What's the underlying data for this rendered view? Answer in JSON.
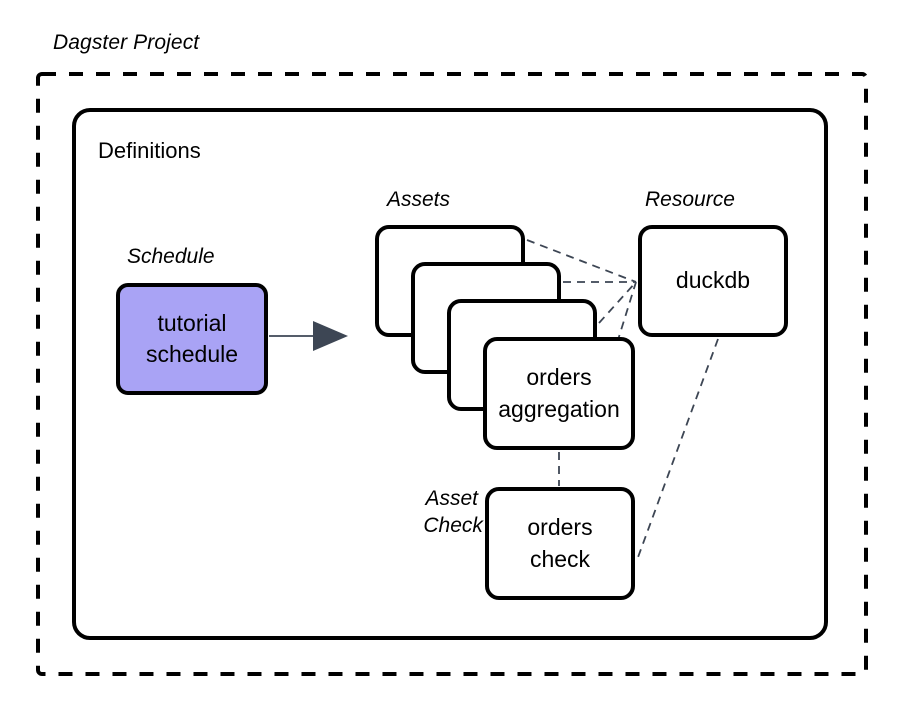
{
  "diagram": {
    "title": "Dagster Project",
    "container_label": "Definitions",
    "groups": {
      "schedule": "Schedule",
      "assets": "Assets",
      "resource": "Resource",
      "asset_check_line1": "Asset",
      "asset_check_line2": "Check"
    },
    "nodes": {
      "schedule": {
        "line1": "tutorial",
        "line2": "schedule"
      },
      "asset_front": {
        "line1": "orders",
        "line2": "aggregation"
      },
      "resource": {
        "line1": "duckdb"
      },
      "asset_check": {
        "line1": "orders",
        "line2": "check"
      }
    },
    "colors": {
      "schedule_fill": "#a9a3f5",
      "node_stroke": "#000000",
      "node_fill": "#ffffff",
      "arrow_fill": "#3d4654",
      "dashed_stroke": "#3d4654",
      "background": "#ffffff"
    },
    "edges": [
      {
        "from": "asset-card-1",
        "to": "resource",
        "style": "dashed"
      },
      {
        "from": "asset-card-2",
        "to": "resource",
        "style": "dashed"
      },
      {
        "from": "asset-card-3",
        "to": "resource",
        "style": "dashed"
      },
      {
        "from": "asset-card-4",
        "to": "resource",
        "style": "dashed"
      },
      {
        "from": "schedule",
        "to": "assets",
        "style": "solid-arrow"
      },
      {
        "from": "asset-card-4",
        "to": "asset-check",
        "style": "dashed"
      },
      {
        "from": "resource",
        "to": "asset-check",
        "style": "dashed"
      }
    ]
  }
}
